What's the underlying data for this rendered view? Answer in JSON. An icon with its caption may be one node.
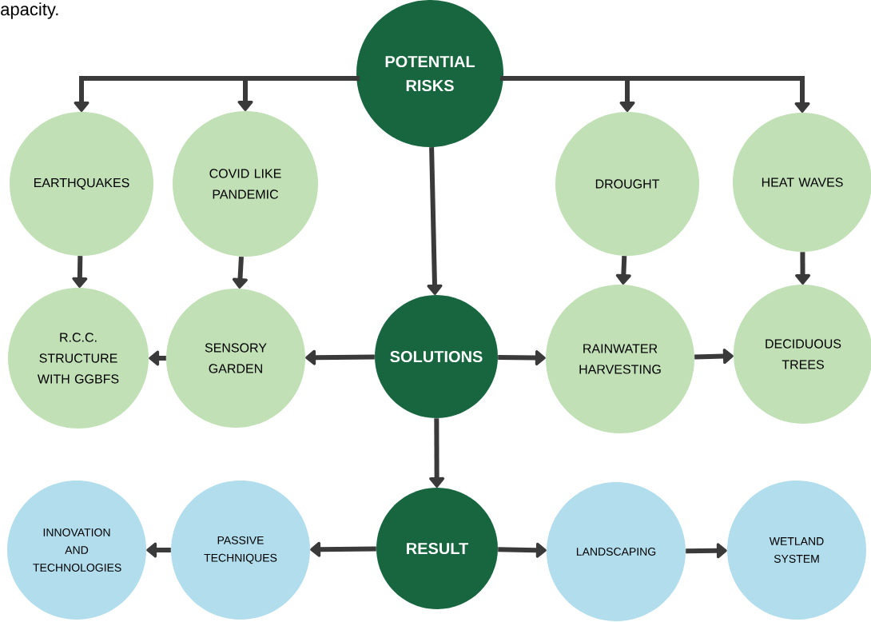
{
  "diagram": {
    "nodes": [
      {
        "text": [
          "POTENTIAL RISKS"
        ]
      },
      {
        "text": [
          "EARTHQUAKES"
        ]
      },
      {
        "text": [
          "COVID LIKE PANDEMIC"
        ]
      },
      {
        "text": [
          "DROUGHT"
        ]
      },
      {
        "text": [
          "HEAT WAVES"
        ]
      },
      {
        "text": [
          "SOLUTIONS"
        ]
      },
      {
        "text": [
          "R.C.C. STRUCTURE WITH GGBFS"
        ]
      },
      {
        "text": [
          "SENSORY GARDEN"
        ]
      },
      {
        "text": [
          "RAINWATER HARVESTING"
        ]
      },
      {
        "text": [
          "DECIDUOUS TREES"
        ]
      },
      {
        "text": [
          "RESULT"
        ]
      },
      {
        "text": [
          "INNOVATION AND TECHNOLOGIES"
        ]
      },
      {
        "text": [
          "PASSIVE TECHNIQUES"
        ]
      },
      {
        "text": [
          "LANDSCAPING"
        ]
      },
      {
        "text": [
          "WETLAND SYSTEM"
        ]
      }
    ],
    "edges": [
      {
        "from": 0,
        "to": 1,
        "arrow": "to"
      },
      {
        "from": 0,
        "to": 2,
        "arrow": "to"
      },
      {
        "from": 0,
        "to": 3,
        "arrow": "to"
      },
      {
        "from": 0,
        "to": 4,
        "arrow": "to"
      },
      {
        "from": 0,
        "to": 5,
        "arrow": "to"
      },
      {
        "from": 1,
        "to": 6,
        "arrow": "to"
      },
      {
        "from": 2,
        "to": 7,
        "arrow": "to"
      },
      {
        "from": 3,
        "to": 8,
        "arrow": "to"
      },
      {
        "from": 4,
        "to": 9,
        "arrow": "to"
      },
      {
        "from": 5,
        "to": 7,
        "arrow": "to"
      },
      {
        "from": 7,
        "to": 6,
        "arrow": "to"
      },
      {
        "from": 5,
        "to": 8,
        "arrow": "to"
      },
      {
        "from": 8,
        "to": 9,
        "arrow": "to"
      },
      {
        "from": 5,
        "to": 10,
        "arrow": "to"
      },
      {
        "from": 10,
        "to": 12,
        "arrow": "to"
      },
      {
        "from": 12,
        "to": 11,
        "arrow": "to"
      },
      {
        "from": 10,
        "to": 13,
        "arrow": "to"
      },
      {
        "from": 13,
        "to": 14,
        "arrow": "to"
      }
    ],
    "labels": [
      "apacity."
    ]
  }
}
